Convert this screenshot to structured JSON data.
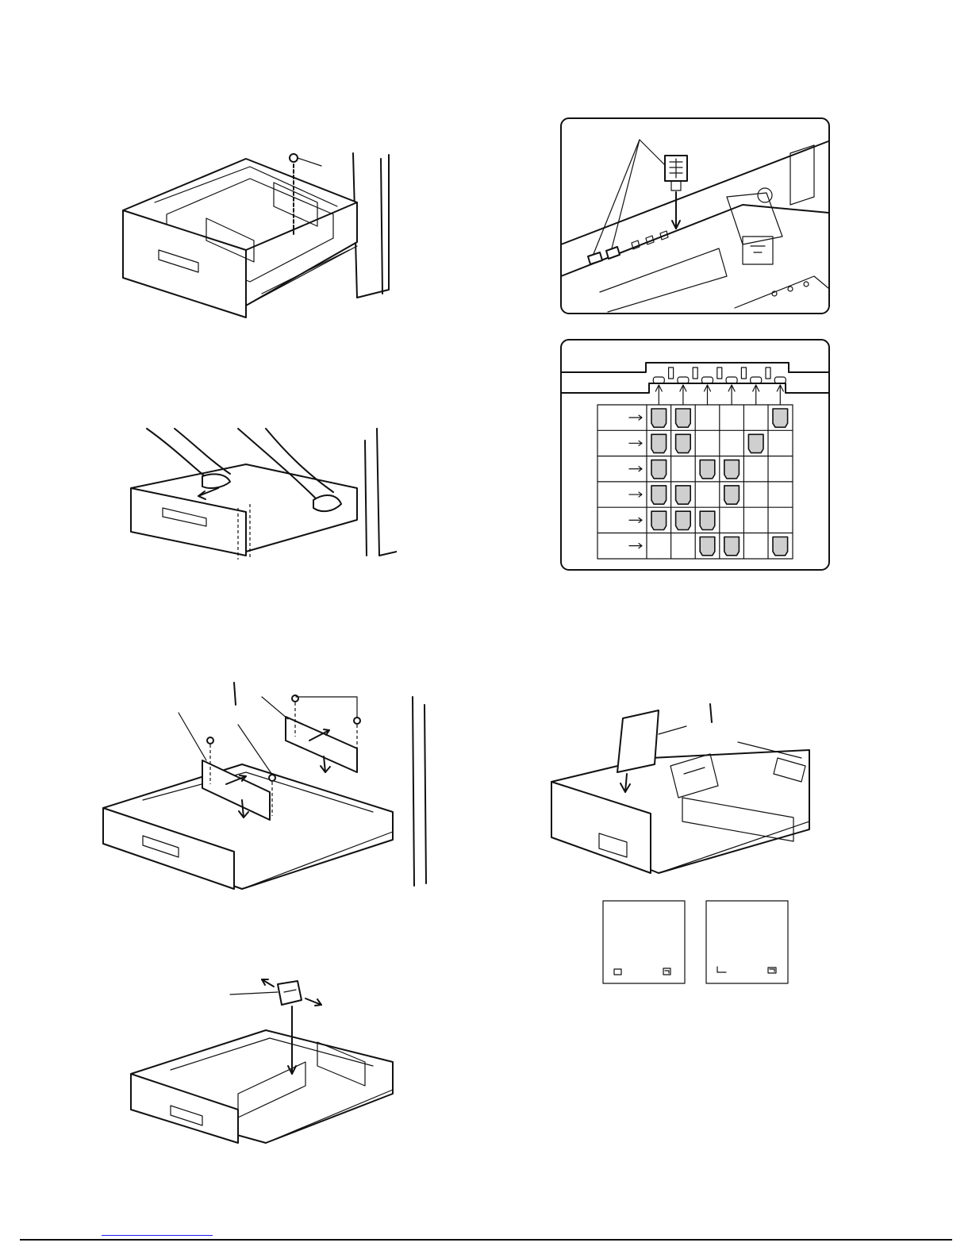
{
  "page": {
    "figures": [
      {
        "id": "tray-screw-removal",
        "icon": "tray-screw-icon"
      },
      {
        "id": "tray-pull-out",
        "icon": "tray-hands-icon"
      },
      {
        "id": "guide-plates-screws",
        "icon": "guide-plates-icon"
      },
      {
        "id": "rear-guide-insert",
        "icon": "rear-guide-icon"
      },
      {
        "id": "size-detector-inset",
        "icon": "detector-inset-icon"
      },
      {
        "id": "detector-pattern-table",
        "icon": "pattern-table-icon"
      },
      {
        "id": "size-plate-insert",
        "icon": "size-plate-icon"
      },
      {
        "id": "size-plates-pair",
        "icon": "plate-pair-icon"
      }
    ],
    "pattern_table": {
      "rows": [
        [
          1,
          1,
          0,
          0,
          0,
          1
        ],
        [
          1,
          1,
          0,
          0,
          1,
          0
        ],
        [
          1,
          0,
          1,
          1,
          0,
          0
        ],
        [
          1,
          1,
          0,
          1,
          0,
          0
        ],
        [
          1,
          1,
          1,
          0,
          0,
          0
        ],
        [
          0,
          0,
          1,
          1,
          0,
          1
        ]
      ]
    },
    "colors": {
      "line": "#111111",
      "fill": "#cfcfcf",
      "link": "#1a1aee"
    }
  }
}
